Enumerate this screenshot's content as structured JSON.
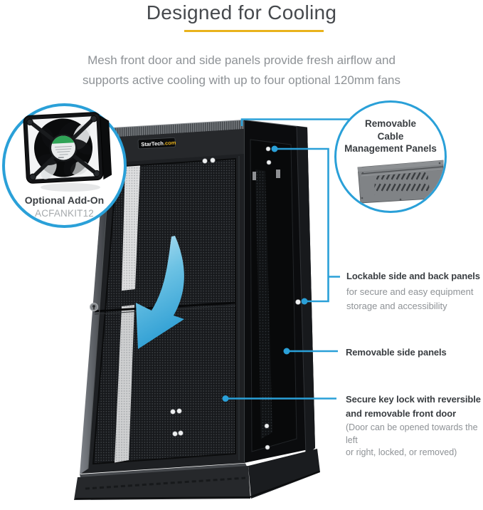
{
  "header": {
    "title": "Designed for Cooling",
    "subtitle": "Mesh front door and side panels provide fresh airflow and\nsupports active cooling with up to four optional 120mm fans"
  },
  "colors": {
    "accent_blue": "#2aa0d8",
    "gold": "#e9b21c",
    "title_gray": "#46494d",
    "body_gray": "#8e9296",
    "dark_text": "#3a3e42"
  },
  "fan_inset": {
    "label": "Optional Add-On",
    "sku": "ACFANKIT12"
  },
  "cable_inset": {
    "text": "Removable\nCable\nManagement Panels"
  },
  "cabinet": {
    "brand_main": "StarTech",
    "brand_suffix": ".com"
  },
  "callouts": [
    {
      "title": "Lockable side and back panels",
      "body": "for secure and easy equipment\nstorage and accessibility"
    },
    {
      "title": "Removable side panels"
    },
    {
      "title": "Secure key lock with reversible\nand removable front door",
      "note": "(Door can be opened towards the left\nor right, locked, or removed)"
    }
  ]
}
